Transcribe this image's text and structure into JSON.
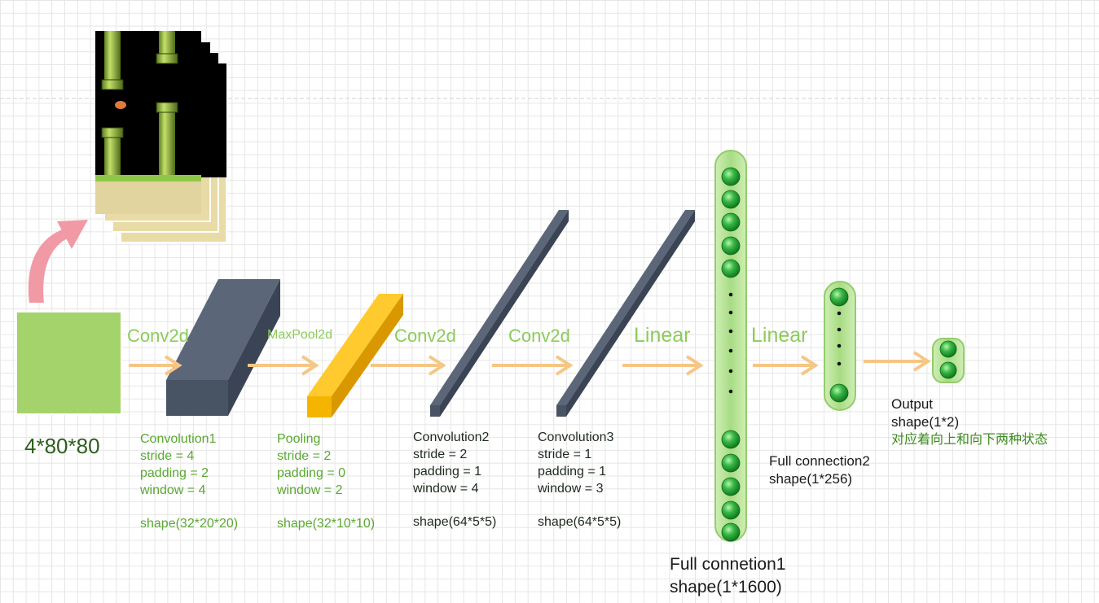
{
  "input": {
    "dims": "4*80*80"
  },
  "ops": {
    "conv_a": "Conv2d",
    "maxpool": "MaxPool2d",
    "conv_b": "Conv2d",
    "conv_c": "Conv2d",
    "linear_a": "Linear",
    "linear_b": "Linear"
  },
  "conv1": {
    "title": "Convolution1",
    "stride": "stride = 4",
    "padding": "padding = 2",
    "window": "window = 4",
    "shape": "shape(32*20*20)"
  },
  "pool": {
    "title": "Pooling",
    "stride": "stride = 2",
    "padding": "padding = 0",
    "window": "window = 2",
    "shape": "shape(32*10*10)"
  },
  "conv2": {
    "title": "Convolution2",
    "stride": "stride = 2",
    "padding": "padding = 1",
    "window": "window = 4",
    "shape": "shape(64*5*5)"
  },
  "conv3": {
    "title": "Convolution3",
    "stride": "stride = 1",
    "padding": "padding = 1",
    "window": "window = 3",
    "shape": "shape(64*5*5)"
  },
  "fc1": {
    "title": "Full connetion1",
    "shape": "shape(1*1600)"
  },
  "fc2": {
    "title": "Full connection2",
    "shape": "shape(1*256)"
  },
  "output": {
    "title": "Output",
    "shape": "shape(1*2)",
    "desc": "对应着向上和向下两种状态"
  },
  "colors": {
    "input_block": "#a3d36a",
    "conv_block": "#4f5a6b",
    "pool_block": "#f5b400",
    "arrow": "#f6c685",
    "neuron": "#2ea43a",
    "fc_bar": "#a8dc84",
    "curved_arrow": "#f19aa6"
  }
}
